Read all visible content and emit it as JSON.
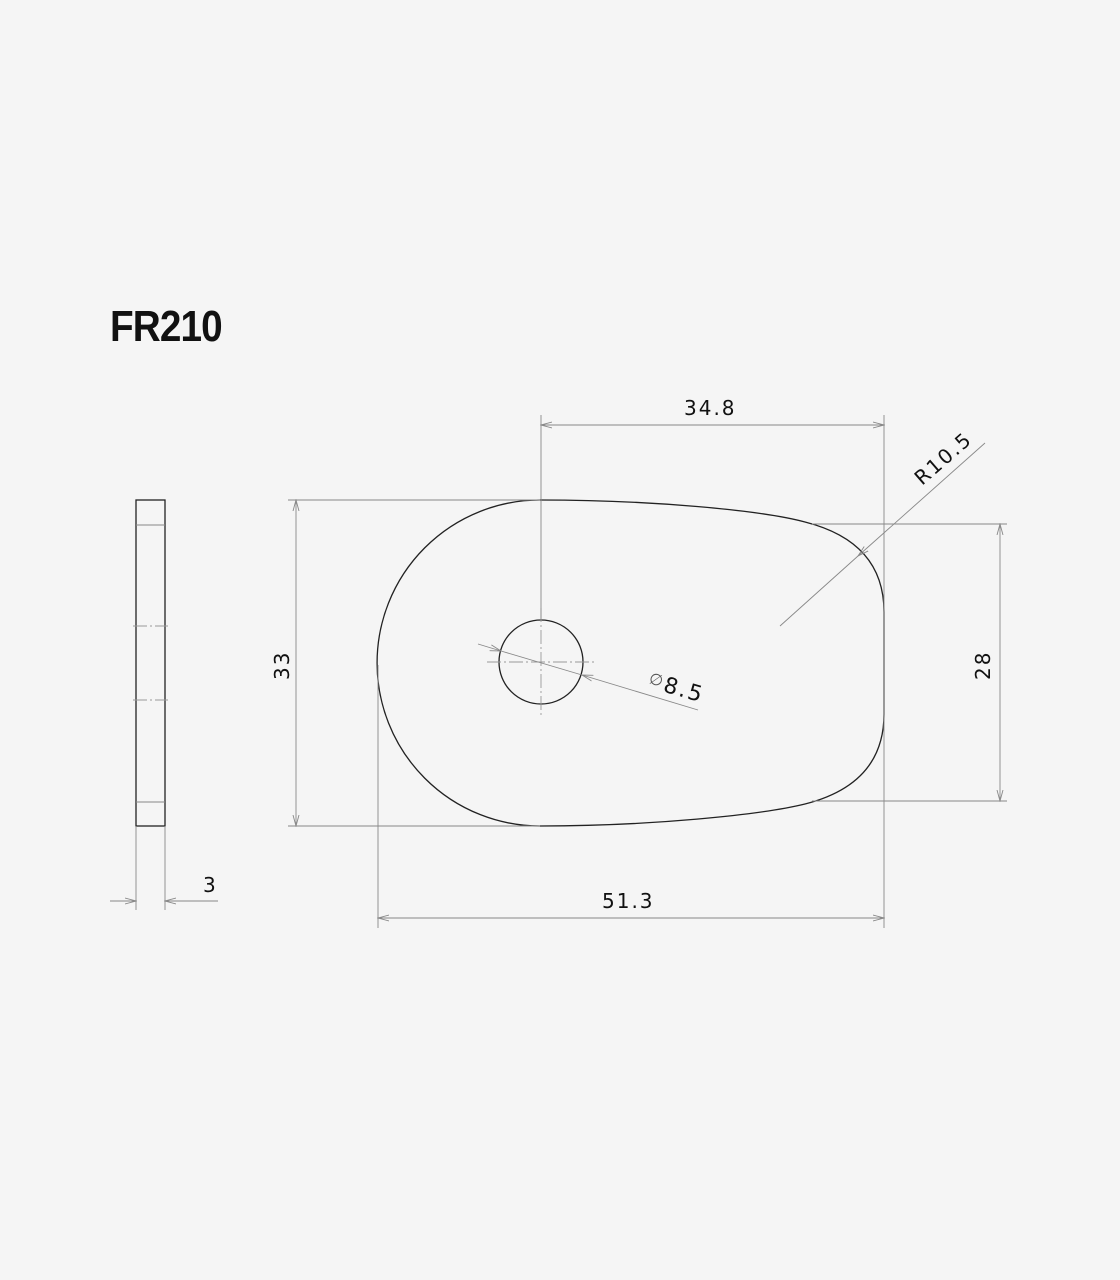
{
  "drawing": {
    "part_number": "FR210",
    "dimensions": {
      "hole_offset": "34.8",
      "radius": "R10.5",
      "height": "33",
      "inner_height": "28",
      "hole_diameter": "8.5",
      "diameter_symbol": "∅",
      "length": "51.3",
      "thickness": "3"
    }
  }
}
